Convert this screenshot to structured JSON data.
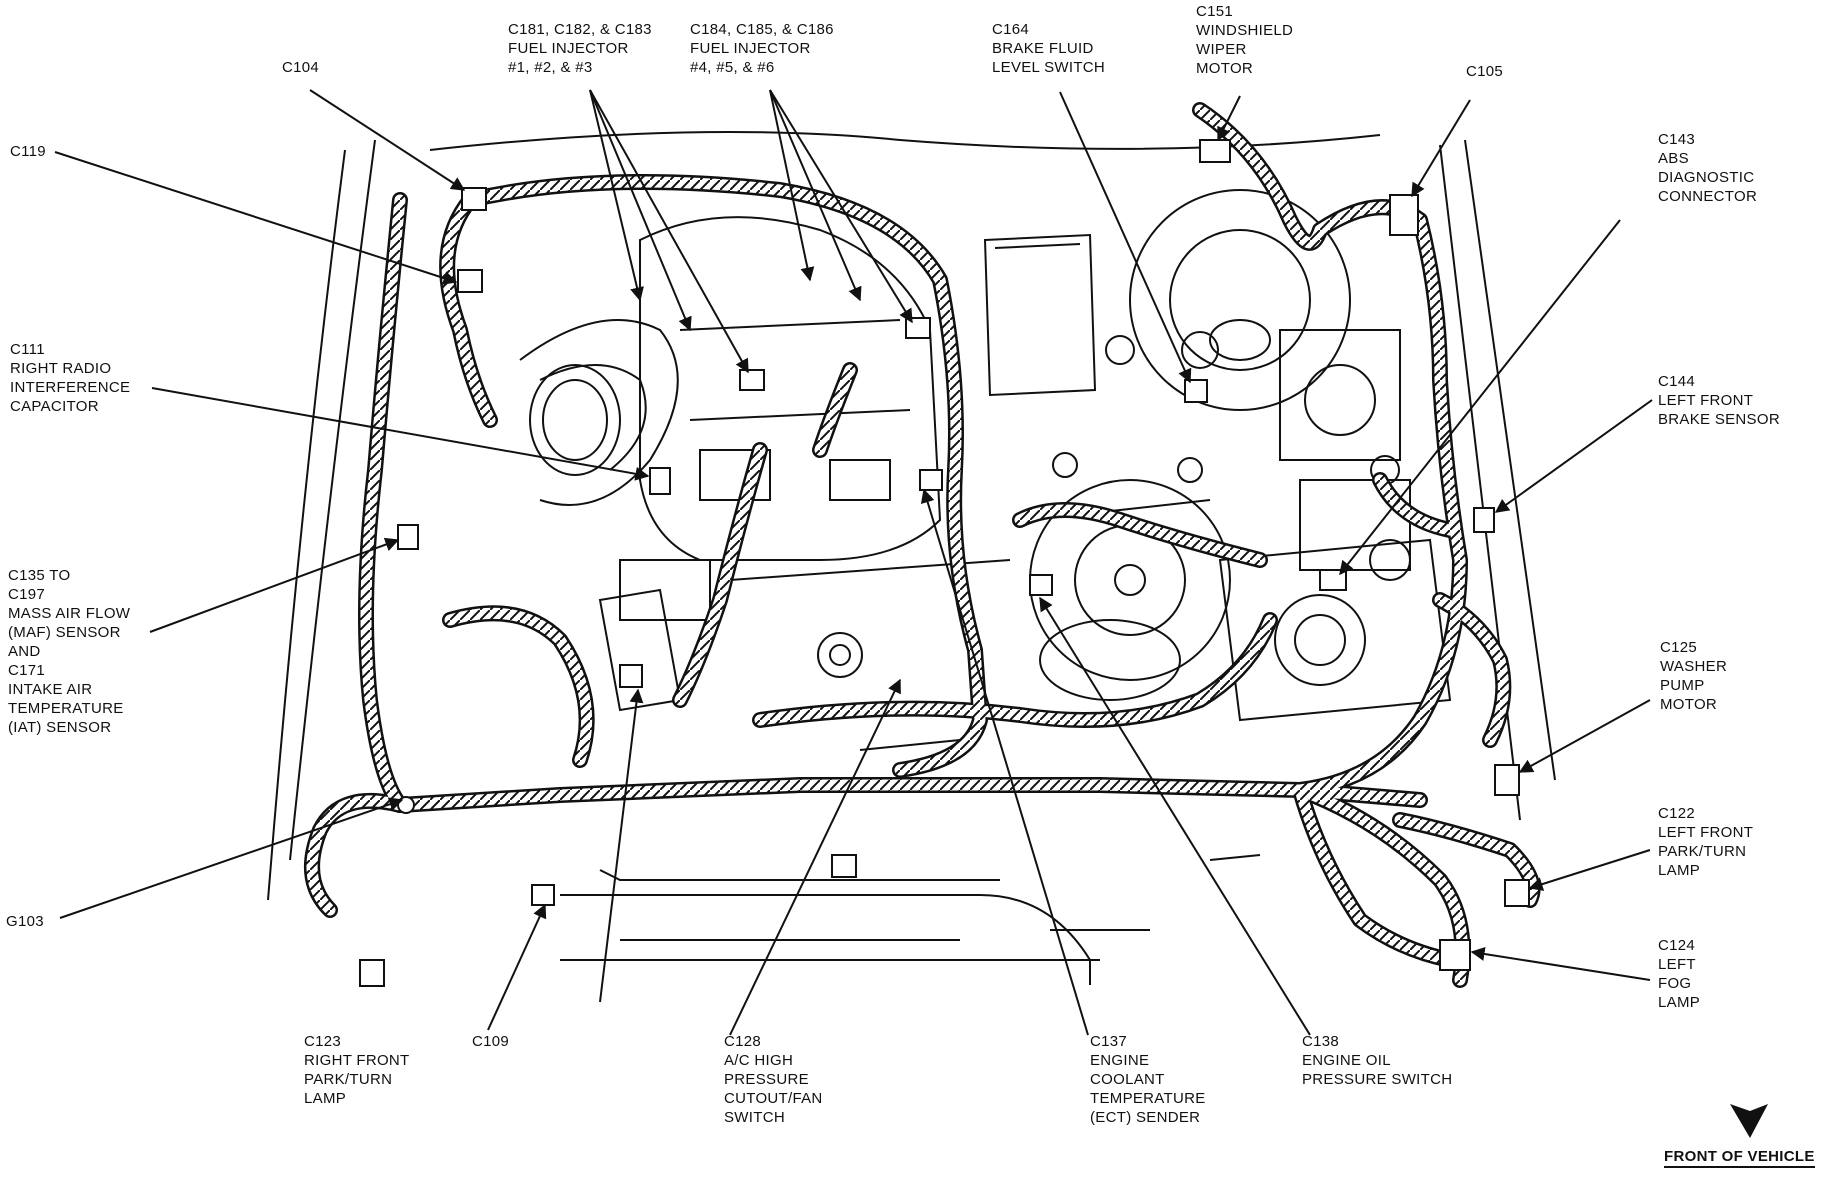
{
  "diagram": {
    "labels": {
      "c104": [
        "C104"
      ],
      "c119": [
        "C119"
      ],
      "c111": [
        "C111",
        "RIGHT RADIO",
        "INTERFERENCE",
        "CAPACITOR"
      ],
      "c135": [
        "C135 TO",
        "C197",
        "MASS AIR FLOW",
        "(MAF) SENSOR",
        "AND",
        "C171",
        "INTAKE AIR",
        "TEMPERATURE",
        "(IAT) SENSOR"
      ],
      "g103": [
        "G103"
      ],
      "c123": [
        "C123",
        "RIGHT FRONT",
        "PARK/TURN",
        "LAMP"
      ],
      "c109": [
        "C109"
      ],
      "c128": [
        "C128",
        "A/C HIGH",
        "PRESSURE",
        "CUTOUT/FAN",
        "SWITCH"
      ],
      "c181": [
        "C181, C182, & C183",
        "FUEL INJECTOR",
        "#1, #2, & #3"
      ],
      "c184": [
        "C184, C185, & C186",
        "FUEL INJECTOR",
        "#4, #5, & #6"
      ],
      "c164": [
        "C164",
        "BRAKE FLUID",
        "LEVEL SWITCH"
      ],
      "c151": [
        "C151",
        "WINDSHIELD",
        "WIPER",
        "MOTOR"
      ],
      "c105": [
        "C105"
      ],
      "c143": [
        "C143",
        "ABS",
        "DIAGNOSTIC",
        "CONNECTOR"
      ],
      "c144": [
        "C144",
        "LEFT FRONT",
        "BRAKE SENSOR"
      ],
      "c125": [
        "C125",
        "WASHER",
        "PUMP",
        "MOTOR"
      ],
      "c122": [
        "C122",
        "LEFT FRONT",
        "PARK/TURN",
        "LAMP"
      ],
      "c124": [
        "C124",
        "LEFT",
        "FOG",
        "LAMP"
      ],
      "c137": [
        "C137",
        "ENGINE",
        "COOLANT",
        "TEMPERATURE",
        "(ECT) SENDER"
      ],
      "c138": [
        "C138",
        "ENGINE OIL",
        "PRESSURE SWITCH"
      ]
    },
    "front_caption": "FRONT OF VEHICLE"
  }
}
